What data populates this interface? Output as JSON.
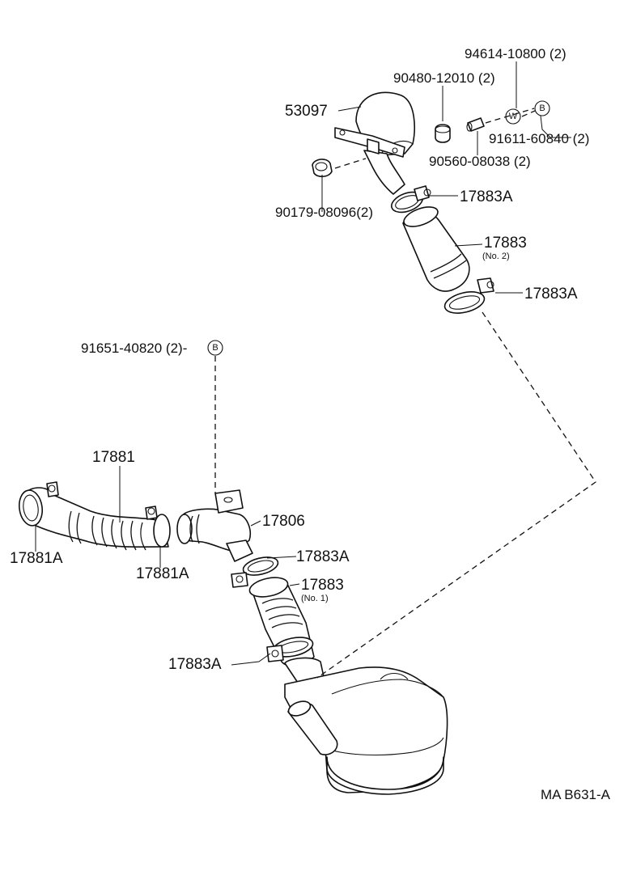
{
  "labels": {
    "p94614": "94614-10800 (2)",
    "p90480": "90480-12010 (2)",
    "p53097": "53097",
    "p91611": "91611-60840 (2)",
    "p90560": "90560-08038 (2)",
    "p17883A_1": "17883A",
    "p90179": "90179-08096(2)",
    "p17883_no2": "17883",
    "no2": "(No. 2)",
    "p17883A_2": "17883A",
    "p91651": "91651-40820 (2)-",
    "p17881": "17881",
    "p17806": "17806",
    "p17883A_3": "17883A",
    "p17883_no1": "17883",
    "no1": "(No. 1)",
    "p17881A_1": "17881A",
    "p17881A_2": "17881A",
    "p17883A_4": "17883A",
    "code": "MA B631-A"
  },
  "markers": {
    "w": "W",
    "b1": "B",
    "b2": "B"
  }
}
